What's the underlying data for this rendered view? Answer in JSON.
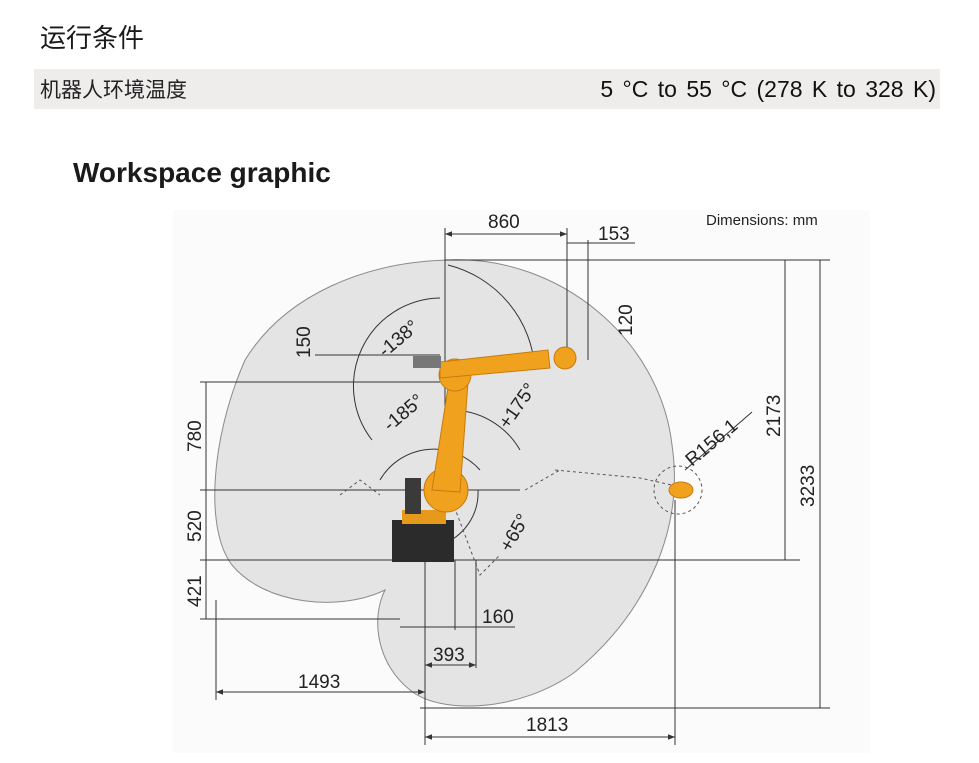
{
  "section_title": "运行条件",
  "spec": {
    "label": "机器人环境温度",
    "value": "5 °C to 55 °C (278 K to 328 K)"
  },
  "graphic_title": "Workspace graphic",
  "units_note": "Dimensions: mm",
  "dimensions": {
    "top_reach": "860",
    "flange": "153",
    "wrist_offset": "120",
    "arm_offset": "150",
    "height_780": "780",
    "height_520": "520",
    "height_421": "421",
    "height_2173": "2173",
    "height_3233": "3233",
    "rear_reach": "1493",
    "base_393": "393",
    "base_160": "160",
    "front_reach": "1813",
    "radius": "R156,1"
  },
  "angles": {
    "a1": "-138°",
    "a2": "+175°",
    "a3": "-185°",
    "a4": "+65°"
  },
  "colors": {
    "workspace_fill": "#e4e4e4",
    "robot": "#f0a21e",
    "robot_dark": "#c77a0c",
    "base": "#2b2b2b",
    "lines": "#333333"
  }
}
